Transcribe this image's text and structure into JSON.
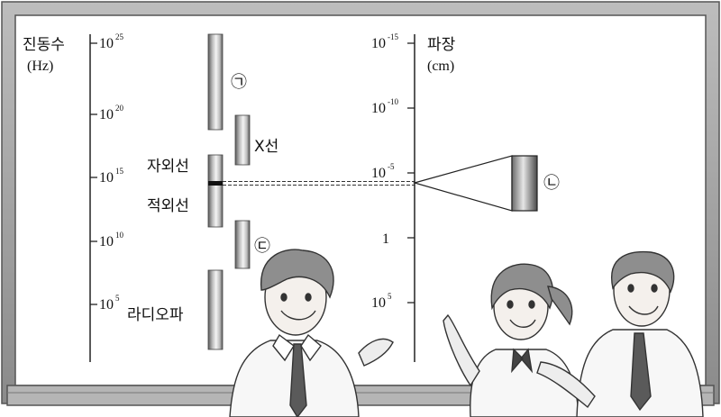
{
  "frequency_axis": {
    "label": "진동수",
    "unit": "(Hz)",
    "ticks": [
      {
        "base": "10",
        "exp": "25"
      },
      {
        "base": "10",
        "exp": "20"
      },
      {
        "base": "10",
        "exp": "15"
      },
      {
        "base": "10",
        "exp": "10"
      },
      {
        "base": "10",
        "exp": "5"
      }
    ]
  },
  "wavelength_axis": {
    "label": "파장",
    "unit": "(cm)",
    "ticks": [
      {
        "base": "10",
        "exp": "-15"
      },
      {
        "base": "10",
        "exp": "-10"
      },
      {
        "base": "10",
        "exp": "-5"
      },
      {
        "base": "1",
        "exp": ""
      },
      {
        "base": "10",
        "exp": "5"
      }
    ]
  },
  "bands": {
    "a_label": "㉠",
    "xray_label": "X선",
    "uv_label": "자외선",
    "ir_label": "적외선",
    "c_label": "㉢",
    "radio_label": "라디오파",
    "b_label": "㉡"
  },
  "colors": {
    "board_frame": "#9b9b9b",
    "board_face": "#ffffff",
    "band_dark": "#555555",
    "band_light": "#f2f2f2",
    "visible_line": "#111111"
  }
}
